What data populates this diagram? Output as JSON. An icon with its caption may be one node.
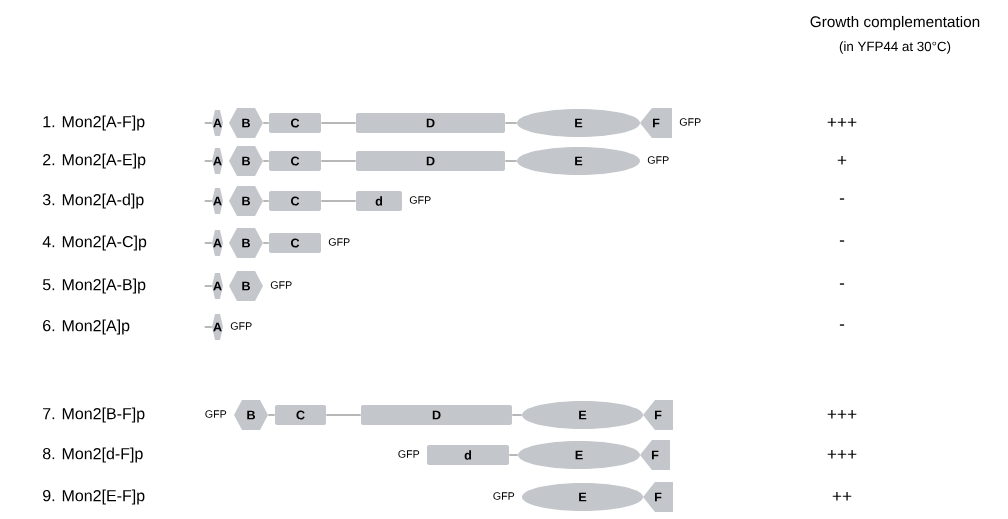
{
  "diagram": {
    "title": "Growth complementation",
    "nodes": [
      {
        "text": [
          "A"
        ]
      },
      {
        "text": [
          "B"
        ]
      },
      {
        "text": [
          "C"
        ]
      },
      {
        "text": [
          "D"
        ]
      },
      {
        "text": [
          "E"
        ]
      },
      {
        "text": [
          "F"
        ],
        "beside": [
          "GFP"
        ]
      },
      {
        "text": [
          "A"
        ]
      },
      {
        "text": [
          "B"
        ]
      },
      {
        "text": [
          "C"
        ]
      },
      {
        "text": [
          "D"
        ]
      },
      {
        "text": [
          "E"
        ],
        "beside": [
          "GFP"
        ]
      },
      {
        "text": [
          "A"
        ]
      },
      {
        "text": [
          "B"
        ]
      },
      {
        "text": [
          "C"
        ]
      },
      {
        "text": [
          "d"
        ],
        "beside": [
          "GFP"
        ]
      },
      {
        "text": [
          "A"
        ]
      },
      {
        "text": [
          "B"
        ]
      },
      {
        "text": [
          "C"
        ],
        "beside": [
          "GFP"
        ]
      },
      {
        "text": [
          "A"
        ]
      },
      {
        "text": [
          "B"
        ],
        "beside": [
          "GFP"
        ]
      },
      {
        "text": [
          "A"
        ],
        "beside": [
          "GFP"
        ]
      },
      {
        "text": [
          "B"
        ],
        "beside": [
          "GFP"
        ]
      },
      {
        "text": [
          "C"
        ]
      },
      {
        "text": [
          "D"
        ]
      },
      {
        "text": [
          "E"
        ]
      },
      {
        "text": [
          "F"
        ]
      },
      {
        "text": [
          "d"
        ],
        "beside": [
          "GFP"
        ]
      },
      {
        "text": [
          "E"
        ]
      },
      {
        "text": [
          "F"
        ]
      },
      {
        "text": [
          "E"
        ],
        "beside": [
          "GFP"
        ]
      },
      {
        "text": [
          "F"
        ]
      }
    ],
    "edges": [
      {
        "from": null,
        "to": 0,
        "arrow": "none"
      },
      {
        "from": 1,
        "to": 2,
        "arrow": "none"
      },
      {
        "from": 2,
        "to": 3,
        "arrow": "none"
      },
      {
        "from": 3,
        "to": 4,
        "arrow": "none"
      },
      {
        "from": null,
        "to": 6,
        "arrow": "none"
      },
      {
        "from": 7,
        "to": 8,
        "arrow": "none"
      },
      {
        "from": 8,
        "to": 9,
        "arrow": "none"
      },
      {
        "from": 9,
        "to": 10,
        "arrow": "none"
      },
      {
        "from": null,
        "to": 11,
        "arrow": "none"
      },
      {
        "from": 12,
        "to": 13,
        "arrow": "none"
      },
      {
        "from": 13,
        "to": 14,
        "arrow": "none"
      },
      {
        "from": null,
        "to": 15,
        "arrow": "none"
      },
      {
        "from": 16,
        "to": 17,
        "arrow": "none"
      },
      {
        "from": null,
        "to": 18,
        "arrow": "none"
      },
      {
        "from": null,
        "to": 20,
        "arrow": "none"
      },
      {
        "from": 21,
        "to": 22,
        "arrow": "none"
      },
      {
        "from": 22,
        "to": 23,
        "arrow": "none"
      },
      {
        "from": 23,
        "to": 24,
        "arrow": "none"
      },
      {
        "from": 26,
        "to": 27,
        "arrow": "none"
      }
    ],
    "labels": [
      "(in YFP44 at 30°C)",
      "1. Mon2[A-F]p",
      "+++",
      "2. Mon2[A-E]p",
      "+",
      "3. Mon2[A-d]p",
      "-",
      "4. Mon2[A-C]p",
      "-",
      "5. Mon2[A-B]p",
      "-",
      "6. Mon2[A]p",
      "-",
      "7. Mon2[B-F]p",
      "+++",
      "8. Mon2[d-F]p",
      "+++",
      "9. Mon2[E-F]p",
      "++"
    ]
  }
}
